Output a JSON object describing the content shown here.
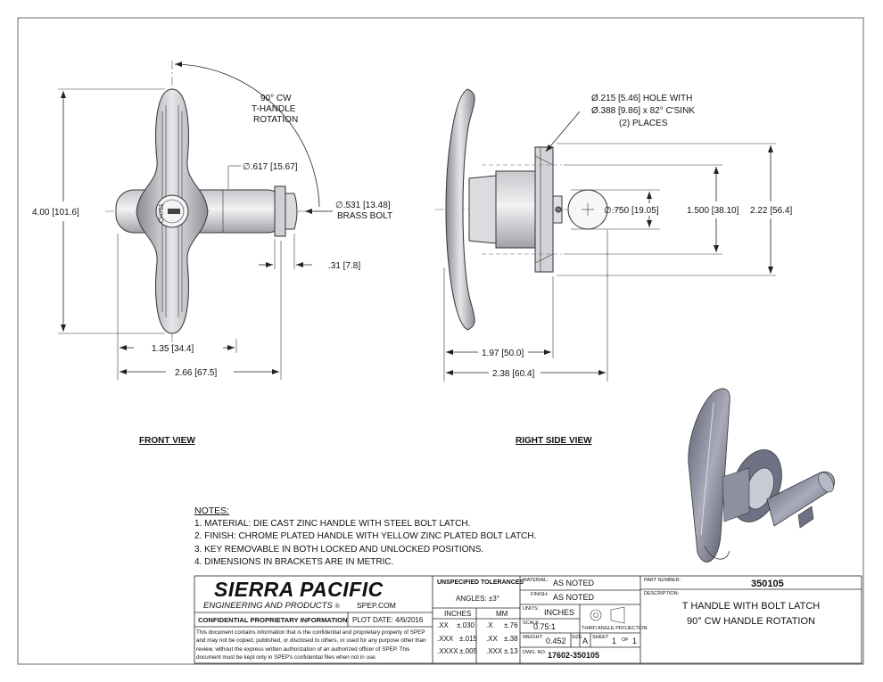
{
  "views": {
    "front": "FRONT VIEW",
    "right_side": "RIGHT SIDE VIEW"
  },
  "front_dims": {
    "rotation_1": "90° CW",
    "rotation_2": "T-HANDLE",
    "rotation_3": "ROTATION",
    "dia_617": "∅.617 [15.67]",
    "dia_531": "∅.531 [13.48]",
    "brass_bolt": "BRASS BOLT",
    "height": "4.00 [101.6]",
    "bolt_len": ".31 [7.8]",
    "half_width": "1.35 [34.4]",
    "width": "2.66 [67.5]",
    "cylinder_label": "CH751"
  },
  "side_dims": {
    "hole_1": "Ø.215 [5.46] HOLE WITH",
    "hole_2": "Ø.388 [9.86] x 82° C'SINK",
    "hole_3": "(2) PLACES",
    "dia_750": "∅.750 [19.05]",
    "spacing": "1.500 [38.10]",
    "overall": "2.22 [56.4]",
    "depth_1": "1.97 [50.0]",
    "depth_2": "2.38 [60.4]"
  },
  "notes": {
    "heading": "NOTES:",
    "items": [
      "1.   MATERIAL: DIE CAST ZINC HANDLE WITH STEEL BOLT LATCH.",
      "2.   FINISH: CHROME PLATED HANDLE WITH  YELLOW ZINC PLATED BOLT LATCH.",
      "3.   KEY REMOVABLE IN BOTH LOCKED AND UNLOCKED POSITIONS.",
      "4.   DIMENSIONS IN BRACKETS ARE IN METRIC."
    ]
  },
  "title_block": {
    "company": "SIERRA PACIFIC",
    "company_sub": "ENGINEERING AND PRODUCTS",
    "registered": "®",
    "website": "SPEP.COM",
    "confidential_title": "CONFIDENTIAL PROPRIETARY INFORMATION",
    "plot_date_label": "PLOT DATE:",
    "plot_date": "4/6/2016",
    "confidential_text": "This document contains information that is the confidential and proprietary property of SPEP and may not be copied, published, or disclosed to others, or used for any purpose other than review, without the express written authorization of an authorized officer of SPEP. This document must be kept only in SPEP's confidential files when not in use.",
    "tolerances_title": "UNSPECIFIED TOLERANCES",
    "angles": "ANGLES: ±3°",
    "inches_hdr": "INCHES",
    "mm_hdr": "MM",
    "tol_rows": [
      {
        "in_key": ".XX",
        "in_val": "±.030",
        "mm_key": ".X",
        "mm_val": "±.76"
      },
      {
        "in_key": ".XXX",
        "in_val": "±.015",
        "mm_key": ".XX",
        "mm_val": "±.38"
      },
      {
        "in_key": ".XXXX",
        "in_val": "±.005",
        "mm_key": ".XXX",
        "mm_val": "±.13"
      }
    ],
    "material_label": "MATERIAL:",
    "material": "AS NOTED",
    "finish_label": "FINISH:",
    "finish": "AS NOTED",
    "units_label": "UNITS:",
    "units": "INCHES",
    "scale_label": "SCALE:",
    "scale": "0.75:1",
    "projection": "THIRD ANGLE PROJECTION",
    "weight_label": "WEIGHT:",
    "weight": "0.452",
    "size_label": "SIZE:",
    "size": "A",
    "sheet_label": "SHEET",
    "sheet_num": "1",
    "sheet_of": "OF",
    "sheet_total": "1",
    "dwg_label": "DWG. NO.",
    "dwg_no": "17602-350105",
    "part_label": "PART NUMBER:",
    "part_number": "350105",
    "desc_label": "DESCRIPTION:",
    "desc_1": "T HANDLE WITH BOLT LATCH",
    "desc_2": "90° CW HANDLE ROTATION"
  }
}
